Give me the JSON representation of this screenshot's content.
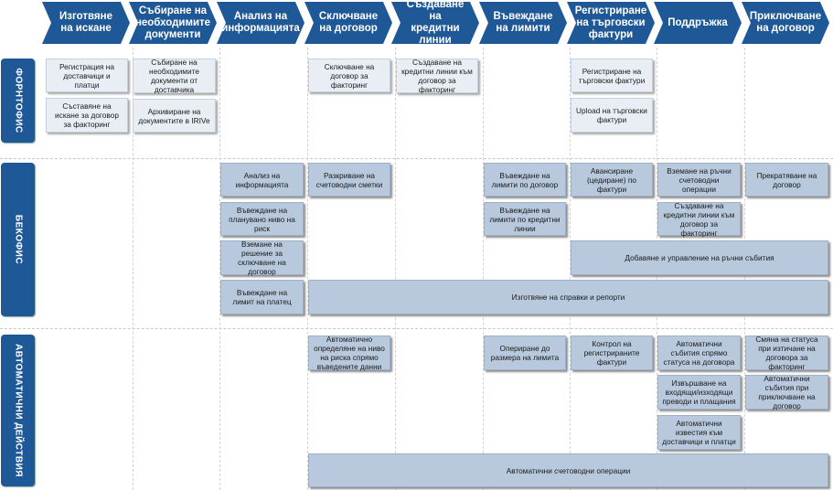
{
  "colors": {
    "chevron": "#1f5896",
    "lane": "#1f5896",
    "box": "#b8c9de",
    "box_light": "#e9eef5"
  },
  "phases": [
    "Изготвяне на искане",
    "Събиране на необходимите документи",
    "Анализ на информацията",
    "Сключване на договор",
    "Създаване на кредитни линии",
    "Въвеждане на лимити",
    "Регистриране на търговски фактури",
    "Поддръжка",
    "Приключване на договор"
  ],
  "lanes": [
    "ФОРНТОФИС",
    "БЕКОФИС",
    "АВТОМАТИЧНИ ДЕЙСТВИЯ"
  ],
  "front_office": {
    "reg_suppliers": "Регистрация на доставчици и платци",
    "contract_request": "Съставяне на искане за договор за факторинг",
    "collect_docs": "Събиране на необходимите документи от доставчика",
    "archive_docs": "Архивиране на документите в IRIVe",
    "sign_contract": "Сключване на договор за факторинг",
    "create_credit_lines": "Създаване на кредитни линии към договор за факторинг",
    "register_invoices": "Регистриране на търговски фактури",
    "upload_invoices": "Upload на търговски фактури"
  },
  "back_office": {
    "analysis": "Анализ на информацията",
    "accounting_marks": "Разкриване на счетоводни сметки",
    "limits_contract": "Въвеждане на лимити по договор",
    "advance_invoices": "Авансиране (цедиране) по фактури",
    "manual_ops": "Вземане на ръчни счетоводни операции",
    "terminate": "Прекратяване на договор",
    "risk_level": "Въвеждане на планувано ниво на риск",
    "limits_credit": "Въвеждане на лимити по кредитни линии",
    "create_lines_bo": "Създаване на кредитни линии към договор за факторинг",
    "decision": "Вземане на решение за сключване на договор",
    "manual_events": "Добавяне и управление на ръчни събития",
    "payer_limits": "Въвеждане на лимит на платец",
    "reports": "Изготвяне на справки и репорти"
  },
  "auto": {
    "risk_auto": "Автоматично определяне на ниво на риска спрямо въведените данни",
    "operate_limit": "Опериране до размера на лимита",
    "control_invoices": "Контрол на регистрираните фактури",
    "auto_events_status": "Автоматични събития спрямо статуса на договора",
    "change_status": "Смяна на статуса при изтичане на договора за факторинг",
    "payments": "Извършване на входящи/изходящи преводи и плащания",
    "auto_events_close": "Автоматични събития при приключване на договор",
    "notices": "Автоматични известия към доставчици и платци",
    "auto_accounting": "Автоматични счетоводни операции"
  }
}
